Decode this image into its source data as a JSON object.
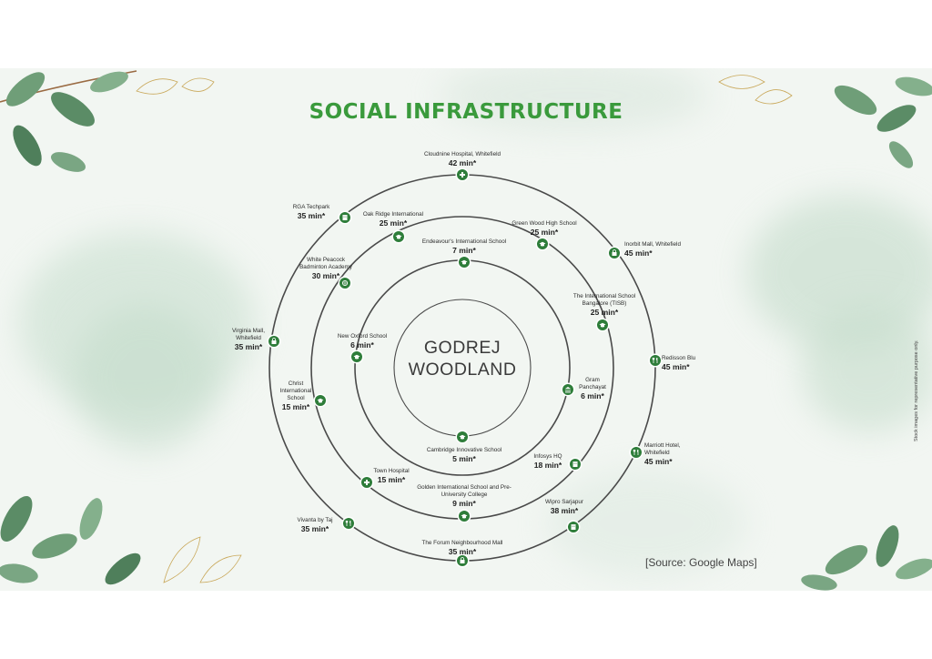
{
  "title": "SOCIAL INFRASTRUCTURE",
  "center_label": {
    "line1": "GODREJ",
    "line2": "WOODLAND"
  },
  "source": "[Source: Google Maps]",
  "disclaimer": "Stock images for representative purpose only.",
  "colors": {
    "accent": "#3a9a3c",
    "pin": "#2e7d3a",
    "ring": "#4a4a4a"
  },
  "locations": [
    {
      "id": "cloudnine",
      "name": "Cloudnine Hospital, Whitefield",
      "time": "42 min*",
      "icon": "hospital-icon"
    },
    {
      "id": "inorbit",
      "name": "Inorbit Mall, Whitefield",
      "time": "45 min*",
      "icon": "mall-icon"
    },
    {
      "id": "redisson",
      "name": "Redisson Blu",
      "time": "45 min*",
      "icon": "restaurant-icon"
    },
    {
      "id": "marriott",
      "name": "Marriott Hotel, Whitefield",
      "time": "45 min*",
      "icon": "restaurant-icon"
    },
    {
      "id": "wipro",
      "name": "Wipro Sarjapur",
      "time": "38 min*",
      "icon": "office-icon"
    },
    {
      "id": "forum",
      "name": "The Forum Neighbourhood Mall",
      "time": "35 min*",
      "icon": "mall-icon"
    },
    {
      "id": "vivanta",
      "name": "Vivanta by Taj",
      "time": "35 min*",
      "icon": "restaurant-icon"
    },
    {
      "id": "christ",
      "name": "Christ International School",
      "time": "15 min*",
      "icon": "school-icon"
    },
    {
      "id": "virginia",
      "name": "Virginia Mall, Whitefield",
      "time": "35 min*",
      "icon": "mall-icon"
    },
    {
      "id": "whitepeacock",
      "name": "White Peacock Badminton Academy",
      "time": "30 min*",
      "icon": "sports-icon"
    },
    {
      "id": "rga",
      "name": "RGA Techpark",
      "time": "35 min*",
      "icon": "office-icon"
    },
    {
      "id": "oakridge",
      "name": "Oak Ridge International",
      "time": "25 min*",
      "icon": "school-icon"
    },
    {
      "id": "greenwood",
      "name": "Green Wood High School",
      "time": "25 min*",
      "icon": "school-icon"
    },
    {
      "id": "tisb",
      "name": "The International School Bangalore (TISB)",
      "time": "25 min*",
      "icon": "school-icon"
    },
    {
      "id": "infosys",
      "name": "Infosys HQ",
      "time": "18 min*",
      "icon": "office-icon"
    },
    {
      "id": "golden",
      "name": "Golden International School and Pre-University College",
      "time": "9 min*",
      "icon": "school-icon"
    },
    {
      "id": "townhospital",
      "name": "Town Hospital",
      "time": "15 min*",
      "icon": "hospital-icon"
    },
    {
      "id": "endeavour",
      "name": "Endeavour's International School",
      "time": "7 min*",
      "icon": "school-icon"
    },
    {
      "id": "newoxford",
      "name": "New Oxford School",
      "time": "6 min*",
      "icon": "school-icon"
    },
    {
      "id": "gram",
      "name": "Gram Panchayat",
      "time": "6 min*",
      "icon": "government-icon"
    },
    {
      "id": "cambridge",
      "name": "Cambridge Innovative School",
      "time": "5 min*",
      "icon": "school-icon"
    }
  ]
}
